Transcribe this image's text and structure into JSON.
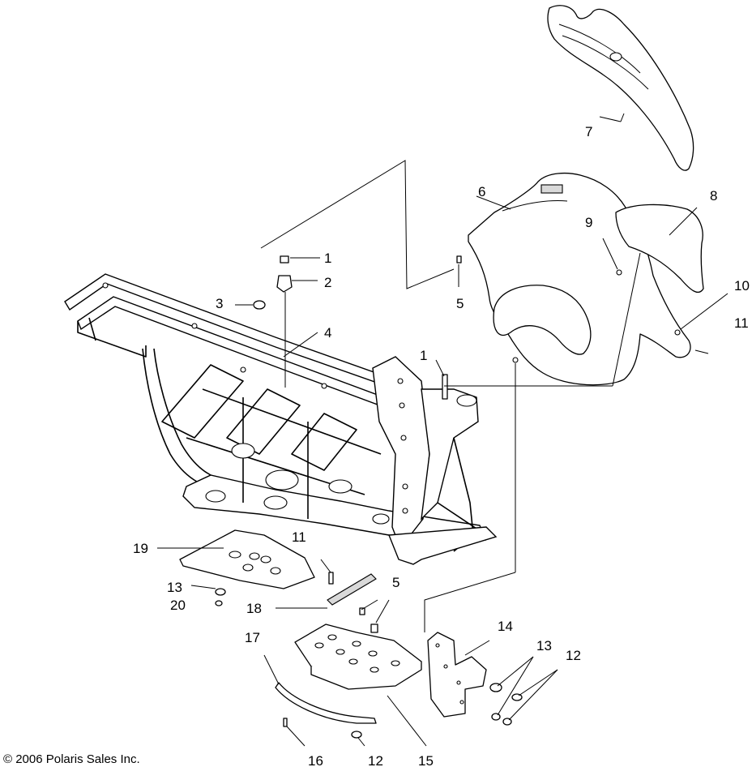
{
  "diagram": {
    "callouts": [
      "1",
      "2",
      "3",
      "4",
      "5",
      "6",
      "7",
      "8",
      "9",
      "10",
      "11",
      "1",
      "19",
      "11",
      "5",
      "13",
      "20",
      "18",
      "17",
      "14",
      "13",
      "12",
      "16",
      "12",
      "15"
    ],
    "copyright": "© 2006 Polaris Sales Inc."
  }
}
